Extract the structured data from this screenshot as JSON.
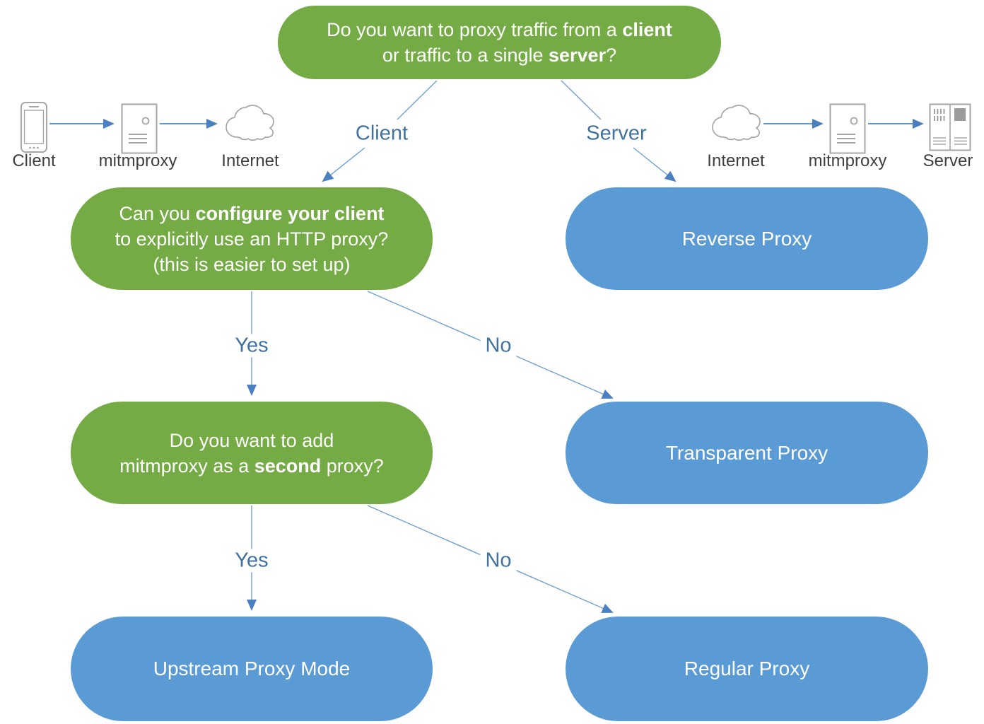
{
  "colors": {
    "decision_green": "#74AB44",
    "result_blue": "#5B9BD5",
    "connector_blue": "#6FA0D4",
    "arrowhead_blue": "#4A80C2",
    "branch_label_blue": "#41719C",
    "icon_gray": "#A6A6A6",
    "caption_text": "#3F3F3F"
  },
  "boxes": {
    "root": {
      "line1_pre": "Do you want to proxy traffic from a ",
      "line1_bold": "client",
      "line2_pre": "or traffic to a single ",
      "line2_bold": "server",
      "line2_post": "?"
    },
    "q_client": {
      "line1_pre": "Can you ",
      "line1_bold": "configure your client",
      "line2": "to explicitly use an HTTP proxy?",
      "line3": "(this is easier to set up)"
    },
    "reverse": {
      "label": "Reverse Proxy"
    },
    "q_second": {
      "line1": "Do you want to add",
      "line2_pre": "mitmproxy as a ",
      "line2_bold": "second",
      "line2_post": " proxy?"
    },
    "transparent": {
      "label": "Transparent Proxy"
    },
    "upstream": {
      "label": "Upstream Proxy Mode"
    },
    "regular": {
      "label": "Regular Proxy"
    }
  },
  "branch_labels": {
    "client": "Client",
    "server": "Server",
    "yes_top": "Yes",
    "no_top": "No",
    "yes_bottom": "Yes",
    "no_bottom": "No"
  },
  "mini_left": {
    "node1": "Client",
    "node2": "mitmproxy",
    "node3": "Internet",
    "icons": [
      "smartphone-icon",
      "proxy-server-icon",
      "cloud-icon"
    ]
  },
  "mini_right": {
    "node1": "Internet",
    "node2": "mitmproxy",
    "node3": "Server",
    "icons": [
      "cloud-icon",
      "proxy-server-icon",
      "server-rack-icon"
    ]
  }
}
